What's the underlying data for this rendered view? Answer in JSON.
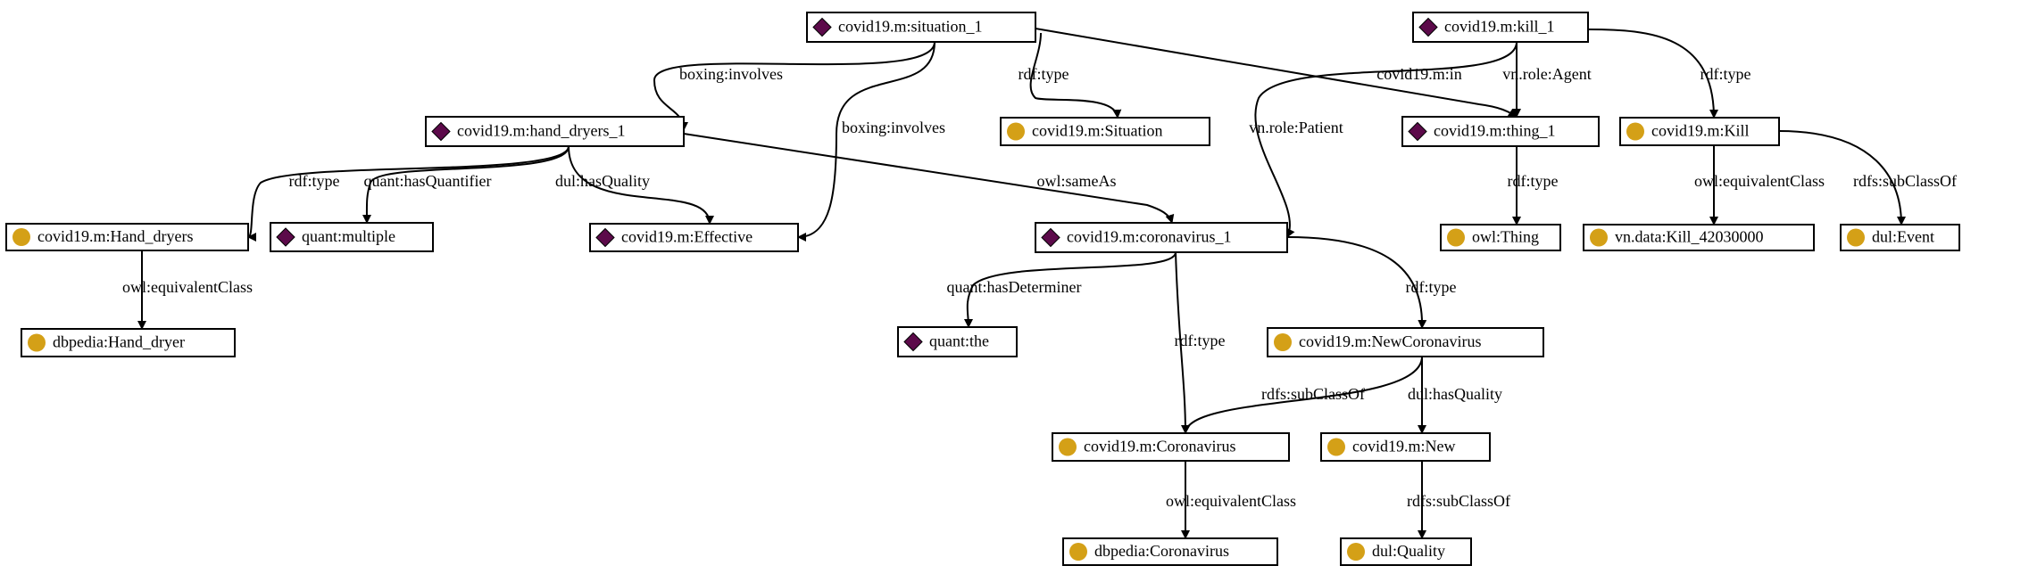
{
  "colors": {
    "individual_icon": "#5c0a4a",
    "class_icon": "#d4a017",
    "edge": "#000000",
    "node_border": "#000000",
    "background": "#ffffff"
  },
  "nodes": {
    "situation_1": {
      "label": "covid19.m:situation_1",
      "kind": "individual",
      "icon": "diamond-icon"
    },
    "kill_1": {
      "label": "covid19.m:kill_1",
      "kind": "individual",
      "icon": "diamond-icon"
    },
    "hand_dryers_1": {
      "label": "covid19.m:hand_dryers_1",
      "kind": "individual",
      "icon": "diamond-icon"
    },
    "Situation": {
      "label": "covid19.m:Situation",
      "kind": "class",
      "icon": "circle-icon"
    },
    "thing_1": {
      "label": "covid19.m:thing_1",
      "kind": "individual",
      "icon": "diamond-icon"
    },
    "Kill": {
      "label": "covid19.m:Kill",
      "kind": "class",
      "icon": "circle-icon"
    },
    "Hand_dryers": {
      "label": "covid19.m:Hand_dryers",
      "kind": "class",
      "icon": "circle-icon"
    },
    "multiple": {
      "label": "quant:multiple",
      "kind": "individual",
      "icon": "diamond-icon"
    },
    "Effective": {
      "label": "covid19.m:Effective",
      "kind": "individual",
      "icon": "diamond-icon"
    },
    "coronavirus_1": {
      "label": "covid19.m:coronavirus_1",
      "kind": "individual",
      "icon": "diamond-icon"
    },
    "owl_Thing": {
      "label": "owl:Thing",
      "kind": "class",
      "icon": "circle-icon"
    },
    "Kill_42030000": {
      "label": "vn.data:Kill_42030000",
      "kind": "class",
      "icon": "circle-icon"
    },
    "dul_Event": {
      "label": "dul:Event",
      "kind": "class",
      "icon": "circle-icon"
    },
    "Hand_dryer": {
      "label": "dbpedia:Hand_dryer",
      "kind": "class",
      "icon": "circle-icon"
    },
    "the": {
      "label": "quant:the",
      "kind": "individual",
      "icon": "diamond-icon"
    },
    "NewCoronavirus": {
      "label": "covid19.m:NewCoronavirus",
      "kind": "class",
      "icon": "circle-icon"
    },
    "Coronavirus": {
      "label": "covid19.m:Coronavirus",
      "kind": "class",
      "icon": "circle-icon"
    },
    "New": {
      "label": "covid19.m:New",
      "kind": "class",
      "icon": "circle-icon"
    },
    "dbpedia_Coronavirus": {
      "label": "dbpedia:Coronavirus",
      "kind": "class",
      "icon": "circle-icon"
    },
    "dul_Quality": {
      "label": "dul:Quality",
      "kind": "class",
      "icon": "circle-icon"
    }
  },
  "edges": [
    {
      "id": "e1",
      "from": "situation_1",
      "to": "hand_dryers_1",
      "label": "boxing:involves"
    },
    {
      "id": "e2",
      "from": "situation_1",
      "to": "Effective",
      "label": "boxing:involves"
    },
    {
      "id": "e3",
      "from": "situation_1",
      "to": "Situation",
      "label": "rdf:type"
    },
    {
      "id": "e4",
      "from": "situation_1",
      "to": "thing_1",
      "label": "covid19.m:in"
    },
    {
      "id": "e5",
      "from": "kill_1",
      "to": "thing_1",
      "label": "vn.role:Agent"
    },
    {
      "id": "e6",
      "from": "kill_1",
      "to": "coronavirus_1",
      "label": "vn.role:Patient"
    },
    {
      "id": "e7",
      "from": "kill_1",
      "to": "Kill",
      "label": "rdf:type"
    },
    {
      "id": "e8",
      "from": "hand_dryers_1",
      "to": "Hand_dryers",
      "label": "rdf:type"
    },
    {
      "id": "e9",
      "from": "hand_dryers_1",
      "to": "multiple",
      "label": "quant:hasQuantifier"
    },
    {
      "id": "e10",
      "from": "hand_dryers_1",
      "to": "Effective",
      "label": "dul:hasQuality"
    },
    {
      "id": "e11",
      "from": "hand_dryers_1",
      "to": "coronavirus_1",
      "label": "owl:sameAs"
    },
    {
      "id": "e12",
      "from": "thing_1",
      "to": "owl_Thing",
      "label": "rdf:type"
    },
    {
      "id": "e13",
      "from": "Kill",
      "to": "Kill_42030000",
      "label": "owl:equivalentClass"
    },
    {
      "id": "e14",
      "from": "Kill",
      "to": "dul_Event",
      "label": "rdfs:subClassOf"
    },
    {
      "id": "e15",
      "from": "Hand_dryers",
      "to": "Hand_dryer",
      "label": "owl:equivalentClass"
    },
    {
      "id": "e16",
      "from": "coronavirus_1",
      "to": "the",
      "label": "quant:hasDeterminer"
    },
    {
      "id": "e17",
      "from": "coronavirus_1",
      "to": "Coronavirus",
      "label": "rdf:type"
    },
    {
      "id": "e18",
      "from": "coronavirus_1",
      "to": "NewCoronavirus",
      "label": "rdf:type"
    },
    {
      "id": "e19",
      "from": "NewCoronavirus",
      "to": "Coronavirus",
      "label": "rdfs:subClassOf"
    },
    {
      "id": "e20",
      "from": "NewCoronavirus",
      "to": "New",
      "label": "dul:hasQuality"
    },
    {
      "id": "e21",
      "from": "Coronavirus",
      "to": "dbpedia_Coronavirus",
      "label": "owl:equivalentClass"
    },
    {
      "id": "e22",
      "from": "New",
      "to": "dul_Quality",
      "label": "rdfs:subClassOf"
    }
  ]
}
